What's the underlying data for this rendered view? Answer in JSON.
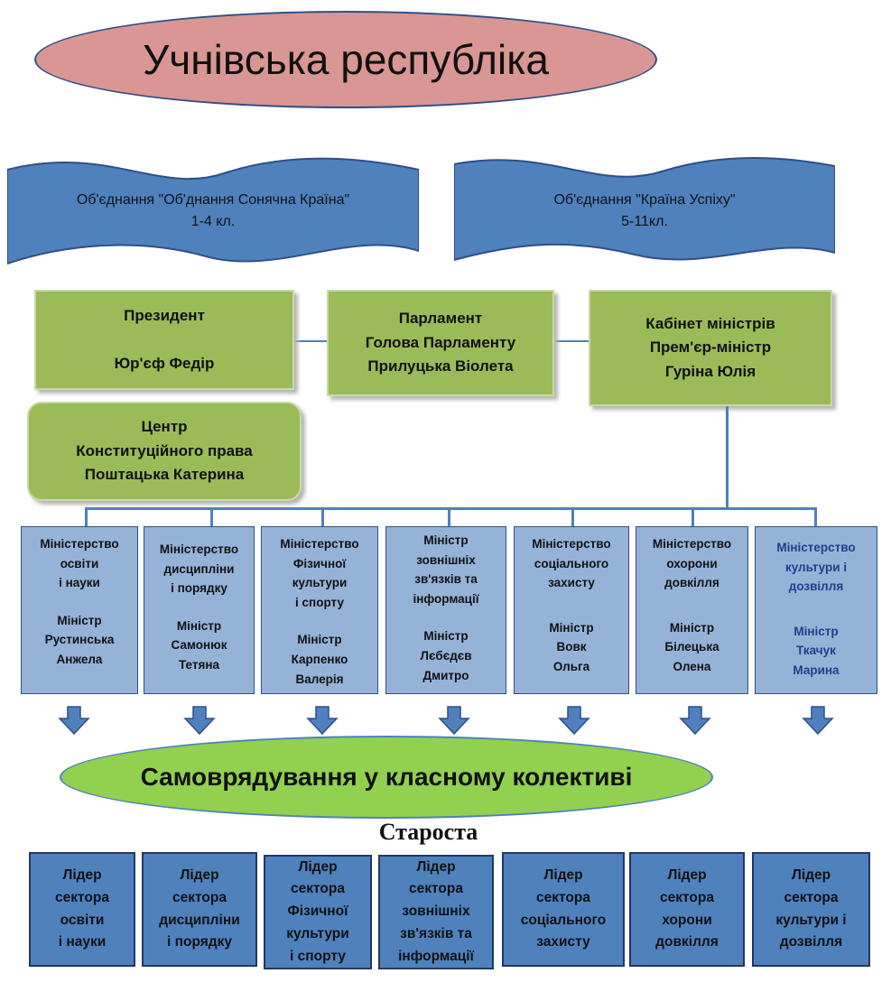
{
  "title": "Учнівська республіка",
  "associations": [
    {
      "line1": "Об'єднання \"Об'днання Сонячна Країна\"",
      "line2": "1-4 кл."
    },
    {
      "line1": "Об'єднання \"Країна Успіху\"",
      "line2": "5-11кл."
    }
  ],
  "president": {
    "role": "Президент",
    "name": "Юр'єф Федір"
  },
  "parliament": {
    "role": "Парламент",
    "subrole": "Голова Парламенту",
    "name": "Прилуцька Віолета"
  },
  "cabinet": {
    "role": "Кабінет  міністрів",
    "subrole": "Прем'єр-міністр",
    "name": "Гуріна Юлія"
  },
  "constitutional_center": {
    "line1": "Центр",
    "line2": "Конституційного права",
    "name": "Поштацька Катерина"
  },
  "ministries": [
    {
      "title_lines": [
        "Міністерство",
        "освіти",
        "і науки"
      ],
      "minister_label": "Міністр",
      "name_lines": [
        "Рустинська",
        "Анжела"
      ]
    },
    {
      "title_lines": [
        "Міністерство",
        "дисципліни",
        "і порядку"
      ],
      "minister_label": "Міністр",
      "name_lines": [
        "Самонюк",
        "Тетяна"
      ]
    },
    {
      "title_lines": [
        "Міністерство",
        "Фізичної",
        "культури",
        "і спорту"
      ],
      "minister_label": "Міністр",
      "name_lines": [
        "Карпенко",
        "Валерія"
      ]
    },
    {
      "title_lines": [
        "Міністр",
        "зовнішніх",
        "зв'язків та",
        "інформації"
      ],
      "minister_label": "Міністр",
      "name_lines": [
        "Лєбєдєв",
        "Дмитро"
      ]
    },
    {
      "title_lines": [
        "Міністерство",
        "соціального",
        "захисту"
      ],
      "minister_label": "Міністр",
      "name_lines": [
        "Вовк",
        "Ольга"
      ]
    },
    {
      "title_lines": [
        "Міністерство",
        "охорони",
        "довкілля"
      ],
      "minister_label": "Міністр",
      "name_lines": [
        "Білецька",
        "Олена"
      ]
    },
    {
      "title_lines": [
        "Міністерство",
        "культури і",
        "дозвілля"
      ],
      "minister_label": "Міністр",
      "name_lines": [
        "Ткачук",
        "Марина"
      ]
    }
  ],
  "self_government": "Самоврядування у класному колективі",
  "starosta": "Староста",
  "leaders": [
    {
      "lines": [
        "Лідер",
        "сектора",
        "освіти",
        "і науки"
      ]
    },
    {
      "lines": [
        "Лідер",
        "сектора",
        "дисципліни",
        "і порядку"
      ]
    },
    {
      "lines": [
        "Лідер",
        "сектора",
        "Фізичної",
        "культури",
        "і спорту"
      ]
    },
    {
      "lines": [
        "Лідер",
        "сектора",
        "зовнішніх",
        "зв'язків та",
        "інформації"
      ]
    },
    {
      "lines": [
        "Лідер",
        "сектора",
        "соціального",
        "захисту"
      ]
    },
    {
      "lines": [
        "Лідер",
        "сектора",
        "хорони",
        "довкілля"
      ]
    },
    {
      "lines": [
        "Лідер",
        "сектора",
        "культури і",
        "дозвілля"
      ]
    }
  ],
  "colors": {
    "title_fill": "#d99694",
    "banner_fill": "#4f81bd",
    "green_fill": "#9bbb59",
    "ministry_fill": "#95b3d7",
    "self_gov_fill": "#92d050",
    "leader_fill": "#4f81bd",
    "connector": "#4f81bd"
  }
}
